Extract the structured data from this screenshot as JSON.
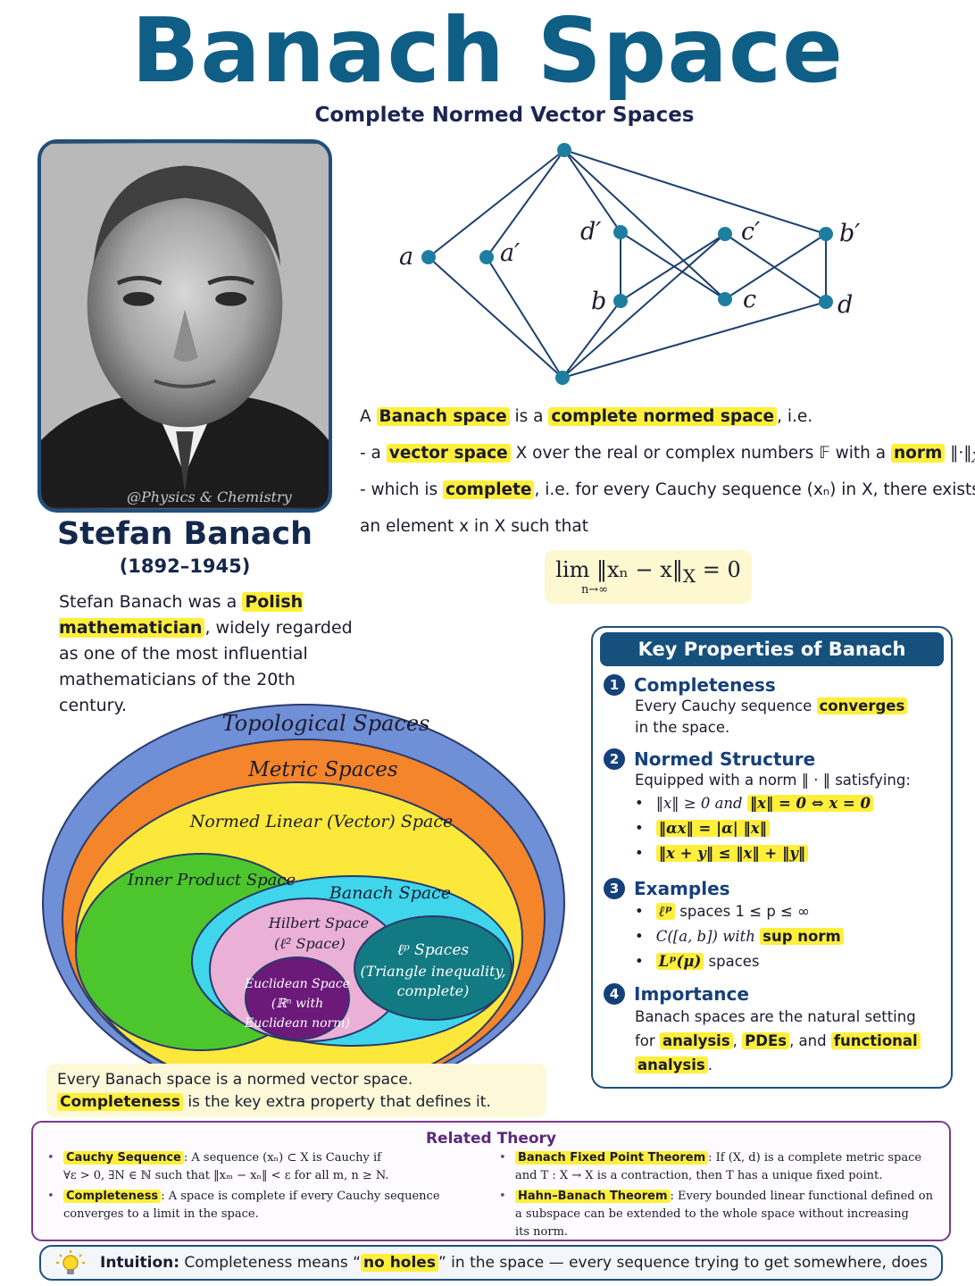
{
  "title": "Banach Space",
  "subtitle": "Complete Normed Vector Spaces",
  "portrait": {
    "watermark": "@Physics & Chemistry",
    "name": "Stefan Banach",
    "years": "(1892–1945)"
  },
  "bio": {
    "text1": "Stefan Banach was a ",
    "hl": "Polish mathematician",
    "text2": ", widely regarded as one of the most influential mathematicians of the 20th century."
  },
  "graph": {
    "labels": [
      "a",
      "a′",
      "d′",
      "b",
      "c′",
      "c",
      "b′",
      "d"
    ]
  },
  "definition": {
    "l1_pre": "A ",
    "l1_hl1": "Banach space",
    "l1_mid": " is a ",
    "l1_hl2": "complete normed space",
    "l1_post": ", i.e.",
    "l2_pre": "- a ",
    "l2_hl1": "vector space",
    "l2_mid": " X over the real or complex numbers 𝔽 with a ",
    "l2_hl2": "norm",
    "l2_post": " ‖·‖",
    "l2_sub": "X",
    "l3_pre": "- which is ",
    "l3_hl": "complete",
    "l3_post": ", i.e. for every Cauchy sequence (xₙ) in X, there exists",
    "l4": "an element x in X such that",
    "limit": "lim ‖xₙ − x‖",
    "limit_sub": "X",
    "limit_eq": " = 0",
    "limit_under": "n→∞"
  },
  "properties": {
    "header": "Key Properties of Banach Spaces",
    "items": [
      {
        "num": "1",
        "title": "Completeness",
        "pre": "Every Cauchy sequence ",
        "hl": "converges",
        "post": "in the space."
      },
      {
        "num": "2",
        "title": "Normed Structure",
        "pre": "Equipped with a norm ‖ · ‖  satisfying:",
        "b1": "‖x‖ ≥ 0  and ",
        "b1_hl": "‖x‖ = 0 ⇔ x = 0",
        "b2_hl": "‖αx‖ = |α| ‖x‖",
        "b3_hl": "‖x + y‖ ≤ ‖x‖ + ‖y‖"
      },
      {
        "num": "3",
        "title": "Examples",
        "b1_hl": "ℓᵖ",
        "b1": " spaces 1 ≤ p ≤ ∞",
        "b2": "C([a, b]) with ",
        "b2_hl": "sup norm",
        "b3_hl": "Lᵖ(μ)",
        "b3": " spaces"
      },
      {
        "num": "4",
        "title": "Importance",
        "pre": "Banach spaces are the natural setting",
        "pre2": "for ",
        "hl1": "analysis",
        "sep1": ", ",
        "hl2": "PDEs",
        "sep2": ", and ",
        "hl3": "functional",
        "hl4": "analysis",
        "post": "."
      }
    ]
  },
  "venn": {
    "topological": "Topological  Spaces",
    "metric": "Metric Spaces",
    "normed": "Normed Linear (Vector) Space",
    "inner": "Inner Product Space",
    "banach": "Banach Space",
    "hilbert1": "Hilbert Space",
    "hilbert2": "(ℓ² Space)",
    "lp1": "ℓᵖ Spaces",
    "lp2": "(Triangle inequality,",
    "lp3": "complete)",
    "euc1": "Euclidean Space",
    "euc2": "(ℝⁿ with",
    "euc3": "Euclidean norm)",
    "colors": {
      "topological": "#6f8fd6",
      "metric": "#f5852a",
      "normed": "#fce83a",
      "inner": "#4cc62c",
      "banach": "#3fd6ec",
      "hilbert": "#eab0d6",
      "lp": "#127a82",
      "euclid": "#6c1a7a"
    }
  },
  "caption": {
    "line1": "Every Banach space is a normed vector space.",
    "hl": "Completeness",
    "line2": " is the key extra property that defines it."
  },
  "related": {
    "title": "Related Theory",
    "items": [
      {
        "hl": "Cauchy Sequence",
        "l1": ": A sequence (xₙ) ⊂ X is Cauchy if",
        "l2": "∀ε > 0, ∃N ∈ ℕ such that ‖xₘ − xₙ‖ < ε  for all m, n ≥ N."
      },
      {
        "hl": "Completeness",
        "l1": ": A space is complete if every Cauchy sequence",
        "l2": "converges to a limit in the space."
      },
      {
        "hl": "Banach Fixed Point Theorem",
        "l1": ": If (X, d) is a complete metric space",
        "l2": "and T : X → X is a contraction, then T has a unique fixed point."
      },
      {
        "hl": "Hahn–Banach Theorem",
        "l1": ": Every bounded linear functional defined on",
        "l2": "a subspace can be extended to the whole space without increasing",
        "l3": "its norm."
      }
    ]
  },
  "intuition": {
    "label": "Intuition:",
    "pre": " Completeness means “",
    "hl": "no holes",
    "post": "” in the space — every sequence trying to get somewhere, does get there!"
  },
  "accent_colors": {
    "title": "#0f5e86",
    "highlight": "#ffef3a",
    "navy": "#15407a",
    "purple": "#7a3a8a"
  }
}
